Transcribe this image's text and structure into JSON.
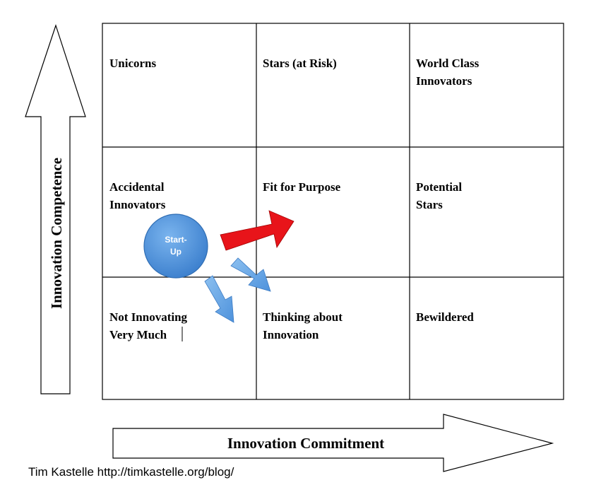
{
  "grid": {
    "cells": [
      {
        "lines": [
          "Unicorns"
        ]
      },
      {
        "lines": [
          "Stars (at Risk)"
        ]
      },
      {
        "lines": [
          "World Class",
          "Innovators"
        ]
      },
      {
        "lines": [
          "Accidental",
          "Innovators"
        ]
      },
      {
        "lines": [
          "Fit for Purpose"
        ]
      },
      {
        "lines": [
          "Potential",
          "Stars"
        ]
      },
      {
        "lines": [
          "Not Innovating",
          "Very Much"
        ]
      },
      {
        "lines": [
          "Thinking about",
          "Innovation"
        ]
      },
      {
        "lines": [
          "Bewildered"
        ]
      }
    ]
  },
  "axes": {
    "vertical_label": "Innovation Competence",
    "horizontal_label": "Innovation Commitment"
  },
  "bubble": {
    "lines": [
      "Start-",
      "Up"
    ]
  },
  "credit": "Tim Kastelle http://timkastelle.org/blog/",
  "colors": {
    "bubble_fill": "#4a90dc",
    "red_arrow": "#e8141a",
    "blue_arrow": "#6aaae8"
  }
}
